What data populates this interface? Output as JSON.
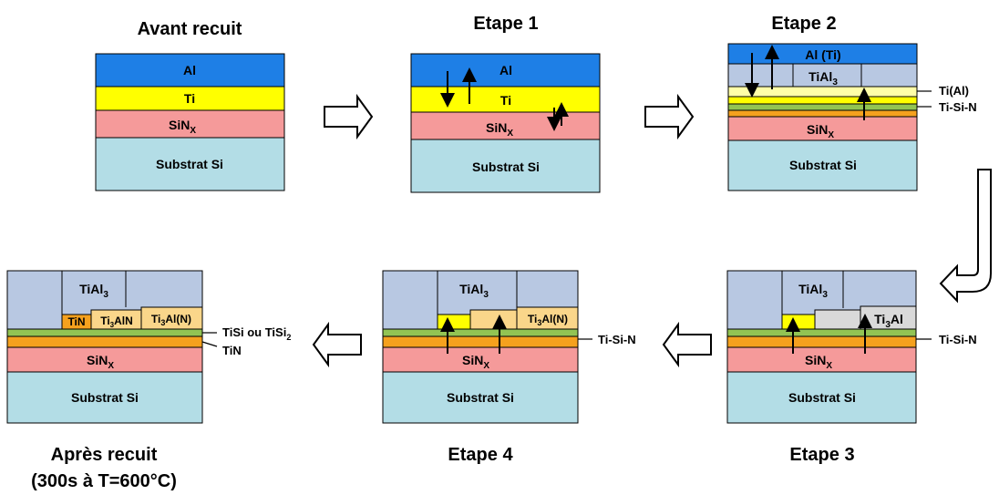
{
  "titles": {
    "avant": "Avant recuit",
    "etape1": "Etape 1",
    "etape2": "Etape 2",
    "etape3": "Etape 3",
    "etape4": "Etape 4",
    "apres_line1": "Après recuit",
    "apres_line2": "(300s à T=600°C)"
  },
  "layers": {
    "al": "Al",
    "ti": "Ti",
    "sin": "SiN",
    "sin_sub": "X",
    "substrat": "Substrat Si",
    "al_ti": "Al (Ti)",
    "tial3_base": "TiAl",
    "tial3_sub": "3",
    "ti3al_base": "Ti",
    "ti3al_sub": "3",
    "ti3al_tail": "Al",
    "ti3aln_a": "Ti",
    "ti3aln_b": "3",
    "ti3aln_c": "Al(N)",
    "ti3aln2_c": "AlN",
    "tin": "TiN"
  },
  "side_labels": {
    "ti_al": "Ti(Al)",
    "tisin": "Ti-Si-N",
    "tisi_base": "TiSi ou TiSi",
    "tisi_sub": "2",
    "tin": "TiN"
  },
  "colors": {
    "al": "#1e7fe6",
    "ti": "#ffff00",
    "sin": "#f59a9a",
    "substrat": "#b3dde6",
    "tial3": "#b8c8e2",
    "ti_al_layer": "#ffffa8",
    "tisin": "#92c453",
    "tin": "#f5a11e",
    "ti3al_gray": "#d9d9d9",
    "ti3aln": "#fad68a",
    "tin_orange": "#f5a11e"
  }
}
